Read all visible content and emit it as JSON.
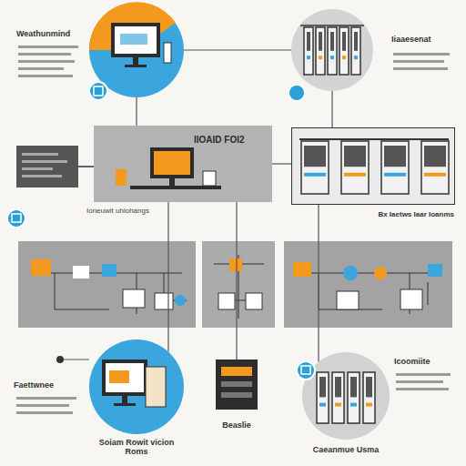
{
  "diagram": {
    "nodes": [
      {
        "text": [
          "Weathunmind"
        ]
      },
      {
        "text": [
          "Iiaaesenat"
        ]
      },
      {
        "text": [
          "IIOAID FOI2"
        ]
      },
      {
        "text": [
          "Bx Iaetws Iaar Ioanms"
        ]
      },
      {
        "text": [
          "Faettwnee",
          "Soiam Rowit vicion Roms"
        ]
      },
      {
        "text": [
          "Beaslie"
        ]
      },
      {
        "text": [
          "Icoomiite",
          "Caeanmue Usma"
        ]
      }
    ],
    "edges": [
      {
        "from": 0,
        "to": 1,
        "arrow": "none"
      },
      {
        "from": 0,
        "to": 2,
        "arrow": "none"
      },
      {
        "from": 1,
        "to": 3,
        "arrow": "none"
      },
      {
        "from": 2,
        "to": 3,
        "arrow": "none"
      },
      {
        "from": 2,
        "to": 4,
        "arrow": "none"
      },
      {
        "from": 2,
        "to": 5,
        "arrow": "none"
      },
      {
        "from": 3,
        "to": 6,
        "arrow": "none"
      }
    ],
    "labels": [
      "Ioneuwit uhlohangs"
    ]
  }
}
